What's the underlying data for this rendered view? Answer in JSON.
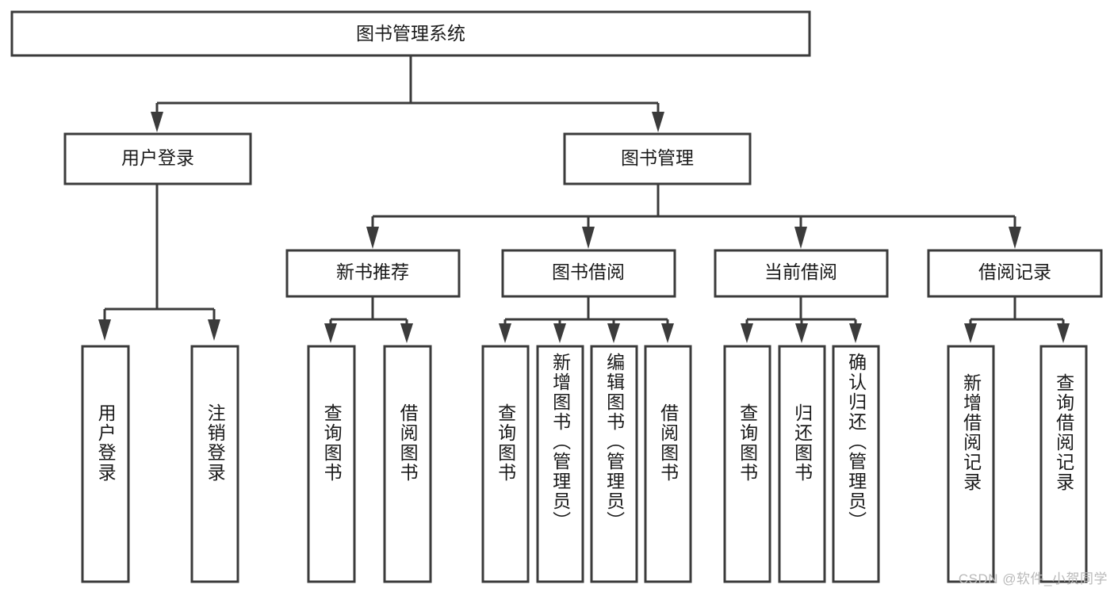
{
  "diagram": {
    "type": "tree-hierarchy",
    "title_node": {
      "label": "图书管理系统"
    },
    "level2": [
      {
        "id": "user-login",
        "label": "用户登录"
      },
      {
        "id": "book-management",
        "label": "图书管理"
      }
    ],
    "level3": [
      {
        "id": "new-book-recommend",
        "label": "新书推荐"
      },
      {
        "id": "book-borrow",
        "label": "图书借阅"
      },
      {
        "id": "current-borrow",
        "label": "当前借阅"
      },
      {
        "id": "borrow-record",
        "label": "借阅记录"
      }
    ],
    "leaves": {
      "user_login": [
        {
          "id": "leaf-user-login",
          "label": "用户登录"
        },
        {
          "id": "leaf-logout-login",
          "label": "注销登录"
        }
      ],
      "new_book_recommend": [
        {
          "id": "leaf-query-book-1",
          "label": "查询图书"
        },
        {
          "id": "leaf-borrow-book-1",
          "label": "借阅图书"
        }
      ],
      "book_borrow": [
        {
          "id": "leaf-query-book-2",
          "label": "查询图书"
        },
        {
          "id": "leaf-add-book",
          "label": "新增图书（管理员）"
        },
        {
          "id": "leaf-edit-book",
          "label": "编辑图书（管理员）"
        },
        {
          "id": "leaf-borrow-book-2",
          "label": "借阅图书"
        }
      ],
      "current_borrow": [
        {
          "id": "leaf-query-book-3",
          "label": "查询图书"
        },
        {
          "id": "leaf-return-book",
          "label": "归还图书"
        },
        {
          "id": "leaf-confirm-return",
          "label": "确认归还（管理员）"
        }
      ],
      "borrow_record": [
        {
          "id": "leaf-add-borrow-record",
          "label": "新增借阅记录"
        },
        {
          "id": "leaf-query-borrow-record",
          "label": "查询借阅记录"
        }
      ]
    },
    "colors": {
      "stroke": "#3b3b3b",
      "fill": "#ffffff",
      "text": "#1a1a1a",
      "watermark": "#b9b9b9"
    }
  },
  "watermark": {
    "text": "CSDN @软件_小贺同学"
  }
}
